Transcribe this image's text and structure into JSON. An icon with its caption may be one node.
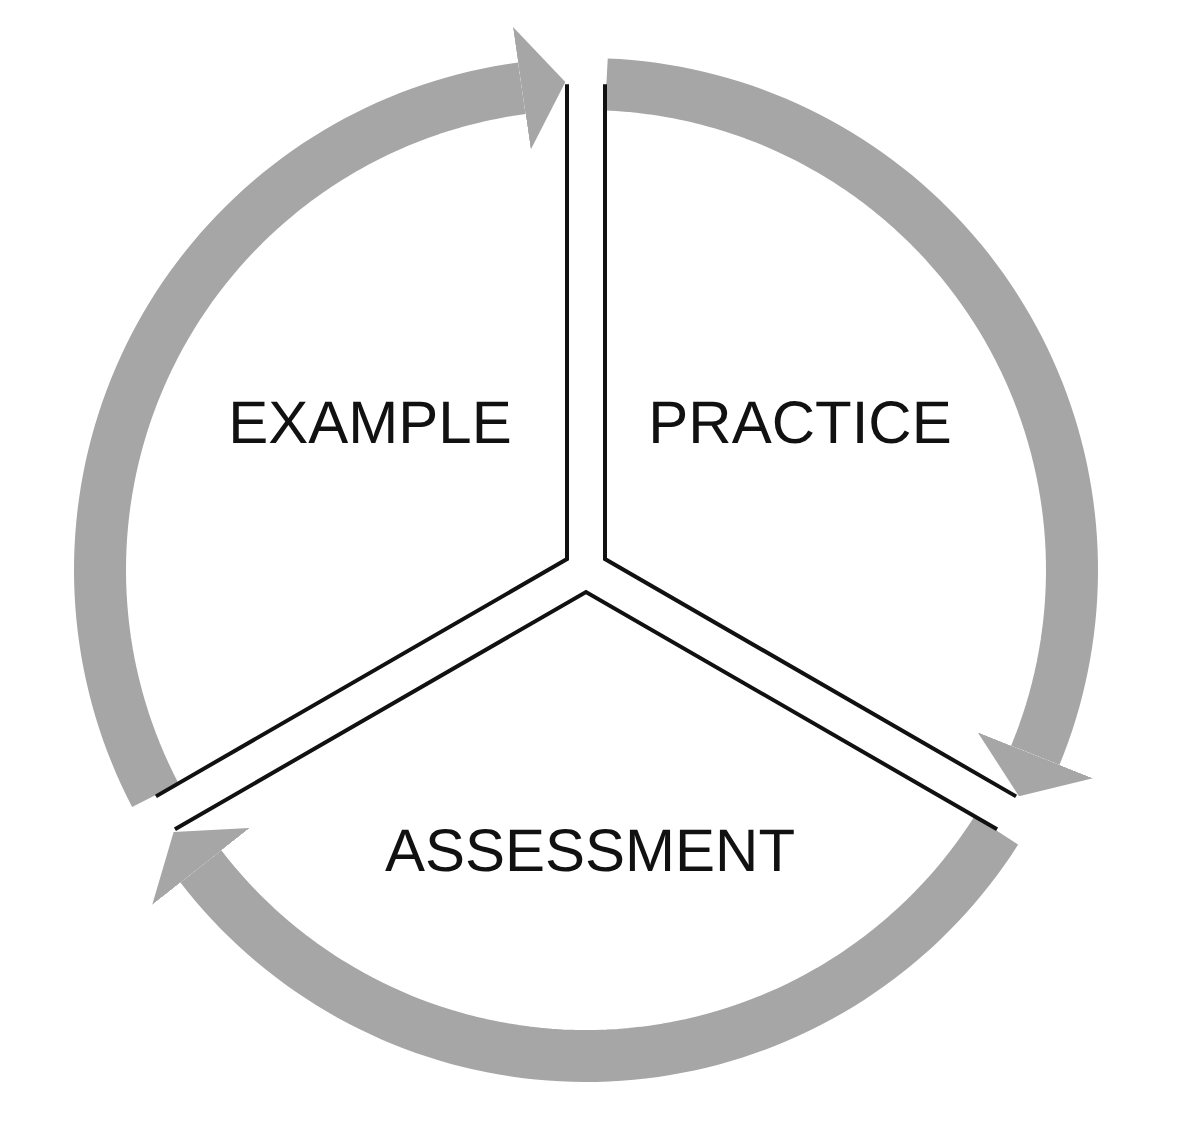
{
  "diagram": {
    "nodes": [
      {
        "text": [
          "EXAMPLE"
        ]
      },
      {
        "text": [
          "PRACTICE"
        ]
      },
      {
        "text": [
          "ASSESSMENT"
        ]
      }
    ],
    "edges": [
      {
        "from": 0,
        "to": 1,
        "arrow": "to"
      },
      {
        "from": 1,
        "to": 2,
        "arrow": "to"
      },
      {
        "from": 2,
        "to": 0,
        "arrow": "to"
      }
    ]
  }
}
